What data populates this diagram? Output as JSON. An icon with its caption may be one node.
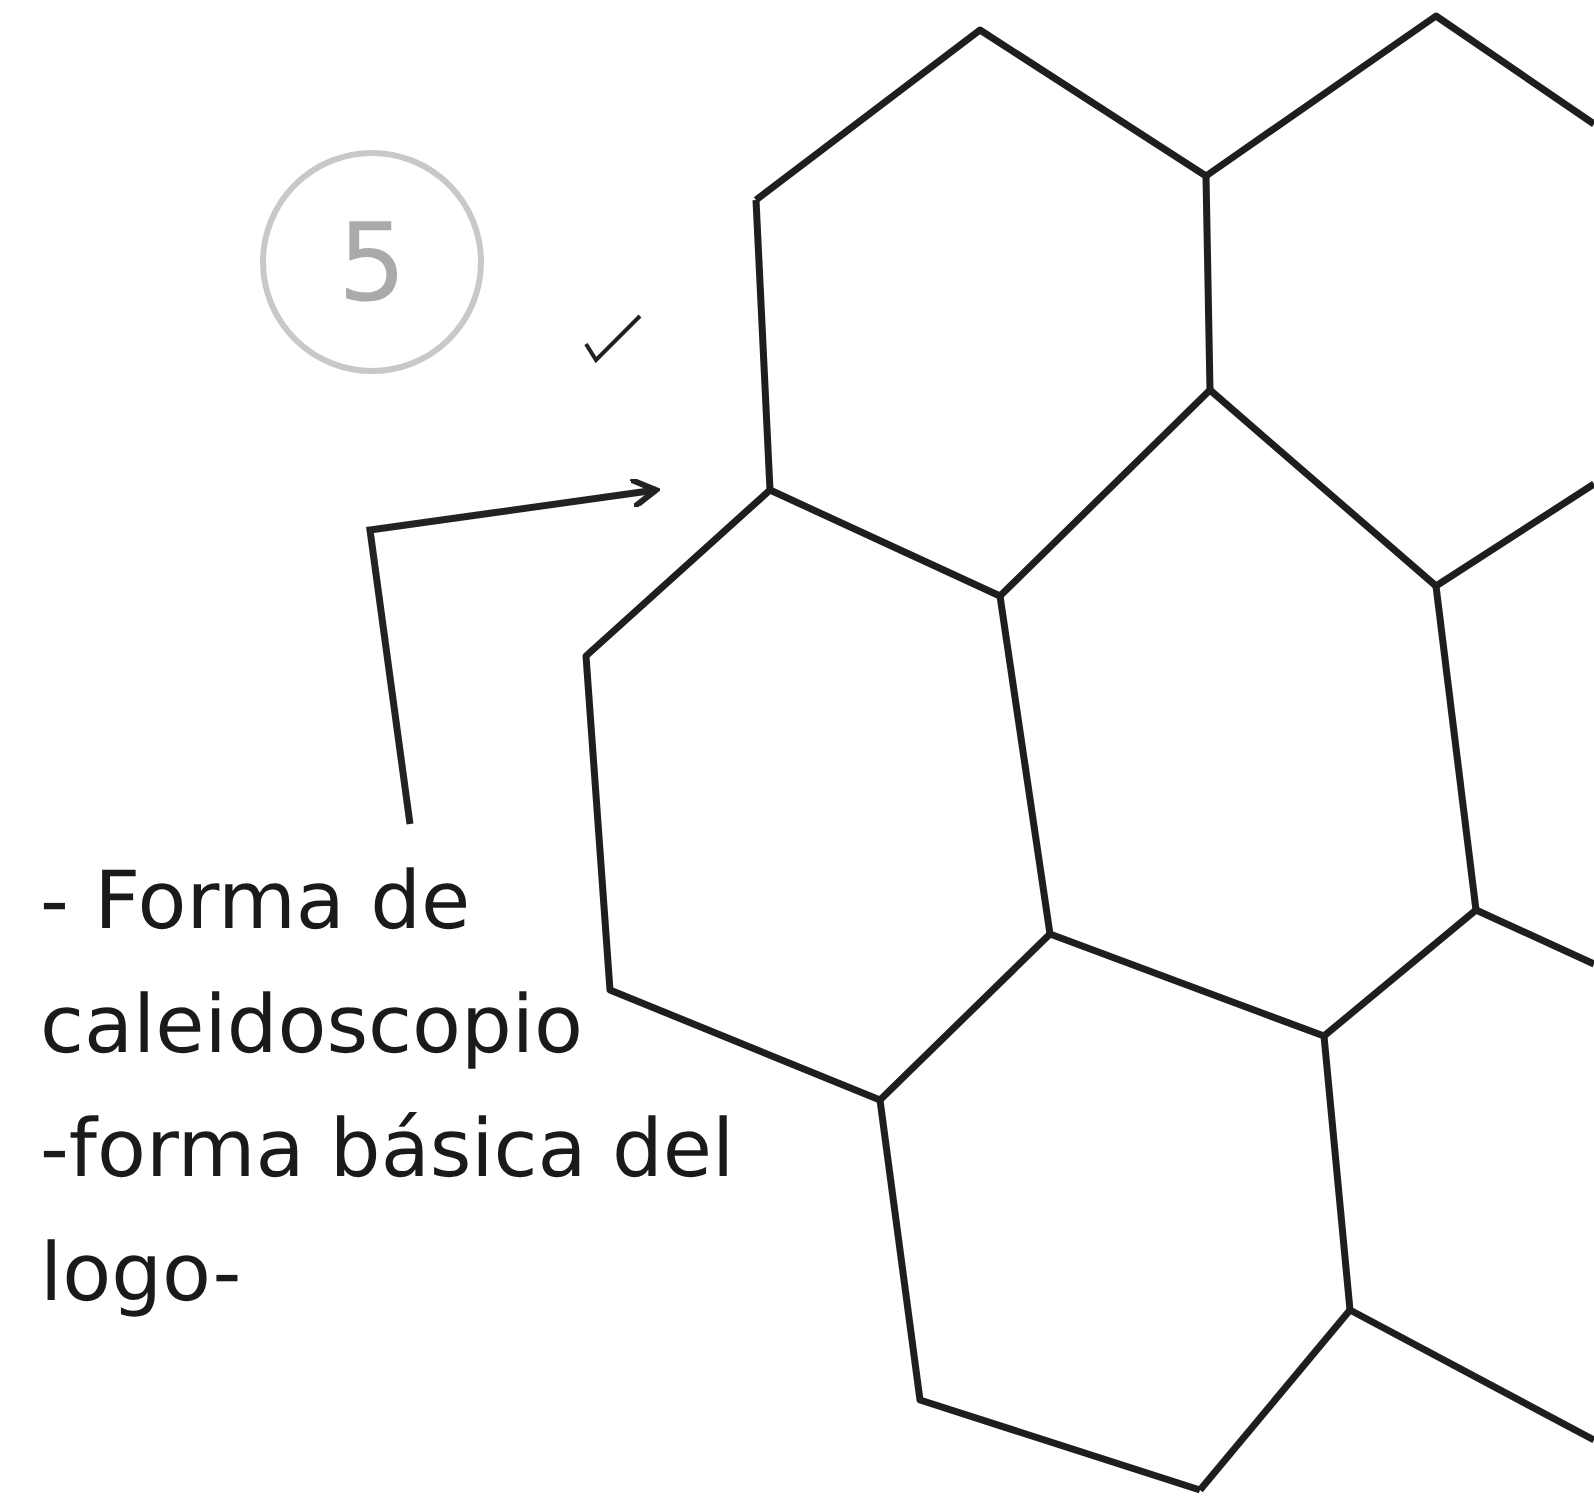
{
  "diagram": {
    "nodes": [
      {
        "text": [
          "- Forma de caleidoscopio",
          "-forma básica del logo-"
        ]
      },
      {
        "text": [
          "5"
        ]
      },
      {
        "text": [],
        "shape": "picture"
      }
    ],
    "edges": [
      {
        "from": 0,
        "to": 2,
        "arrow": "to"
      }
    ]
  }
}
